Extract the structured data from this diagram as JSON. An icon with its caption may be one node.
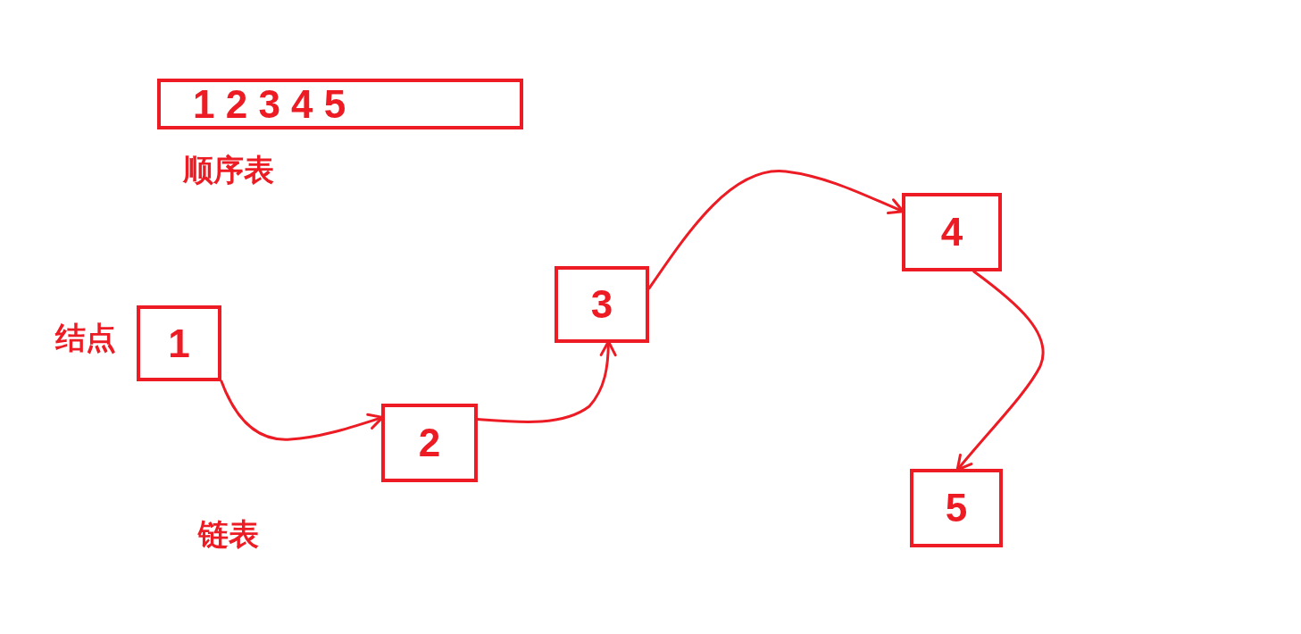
{
  "diagram": {
    "nodes": [
      {
        "text": [
          "1 2 3 4 5"
        ],
        "beside": [
          "顺序表"
        ]
      },
      {
        "text": [
          "1"
        ],
        "beside": [
          "结点"
        ]
      },
      {
        "text": [
          "2"
        ]
      },
      {
        "text": [
          "3"
        ]
      },
      {
        "text": [
          "4"
        ]
      },
      {
        "text": [
          "5"
        ]
      }
    ],
    "edges": [
      {
        "from": 1,
        "to": 2,
        "arrow": "to"
      },
      {
        "from": 2,
        "to": 3,
        "arrow": "to"
      },
      {
        "from": 3,
        "to": 4,
        "arrow": "to"
      },
      {
        "from": 4,
        "to": 5,
        "arrow": "to"
      }
    ],
    "labels": [
      "链表"
    ]
  }
}
